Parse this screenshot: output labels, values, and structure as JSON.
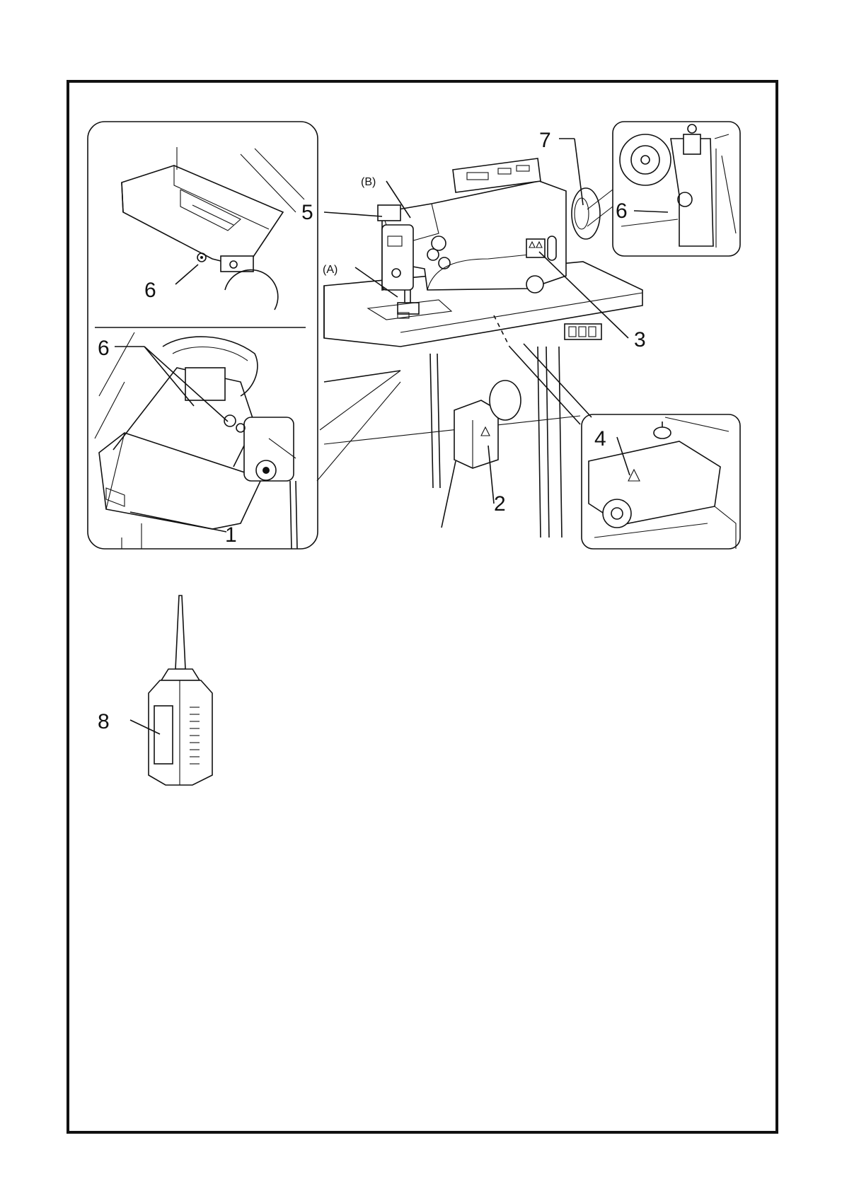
{
  "labels": {
    "l1": "1",
    "l2": "2",
    "l3": "3",
    "l4": "4",
    "l5": "5",
    "l6a": "6",
    "l6b": "6",
    "l6c": "6",
    "l7": "7",
    "l8": "8",
    "la": "(A)",
    "lb": "(B)"
  }
}
